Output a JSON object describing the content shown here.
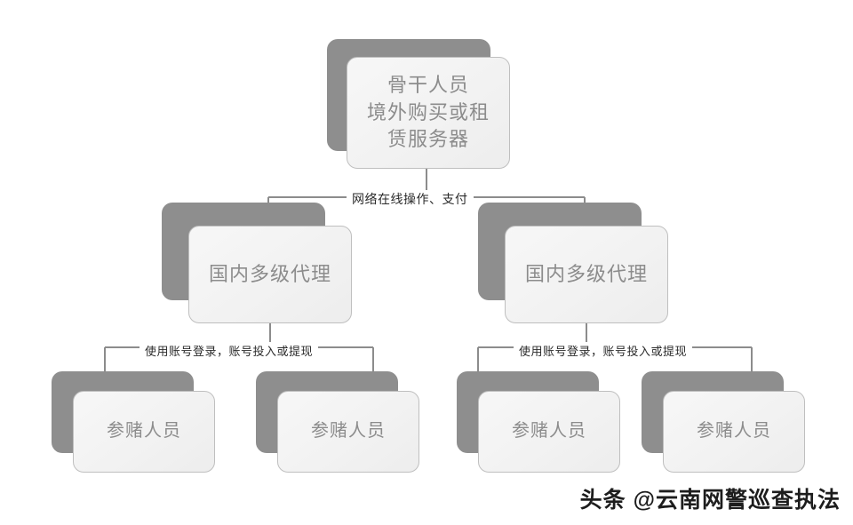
{
  "diagram": {
    "background_color": "#ffffff",
    "node_shadow_color": "#8e8e8e",
    "node_fill_color": "#f4f4f4",
    "node_border_color": "#bfbfbf",
    "node_text_color": "#8c8c8c",
    "connector_color": "#8c8c8c",
    "edge_label_color": "#2b2b2b",
    "nodes": {
      "root": {
        "label": "骨干人员\n境外购买或租\n赁服务器"
      },
      "agent_left": {
        "label": "国内多级代理"
      },
      "agent_right": {
        "label": "国内多级代理"
      },
      "gambler_1": {
        "label": "参赌人员"
      },
      "gambler_2": {
        "label": "参赌人员"
      },
      "gambler_3": {
        "label": "参赌人员"
      },
      "gambler_4": {
        "label": "参赌人员"
      }
    },
    "edge_labels": {
      "root_to_agents": "网络在线操作、支付",
      "agent_left_to_gamblers": "使用账号登录，账号投入或提现",
      "agent_right_to_gamblers": "使用账号登录，账号投入或提现"
    }
  },
  "watermark": {
    "text": "头条 @云南网警巡查执法"
  }
}
